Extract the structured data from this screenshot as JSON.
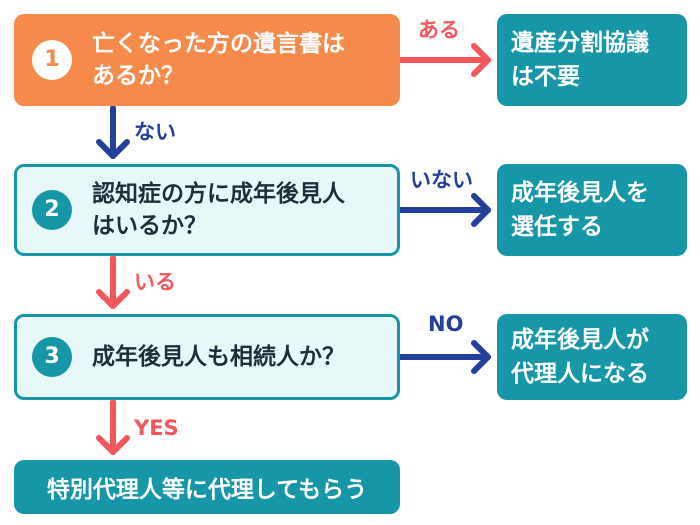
{
  "steps": [
    {
      "number": "1",
      "question": "亡くなった方の遺言書は\nあるか？"
    },
    {
      "number": "2",
      "question": "認知症の方に成年後見人\nはいるか？"
    },
    {
      "number": "3",
      "question": "成年後見人も相続人か？"
    }
  ],
  "results": [
    {
      "text": "遺産分割協議\nは不要"
    },
    {
      "text": "成年後見人を\n選任する"
    },
    {
      "text": "成年後見人が\n代理人になる"
    }
  ],
  "final": "特別代理人等に代理してもらう",
  "branch_labels": {
    "q1_side": "ある",
    "q1_down": "ない",
    "q2_side": "いない",
    "q2_down": "いる",
    "q3_side": "NO",
    "q3_down": "YES"
  },
  "colors": {
    "orange": "#f58a4b",
    "teal": "#1696a6",
    "light_teal": "#e8f8f9",
    "red_arrow": "#f3575e",
    "navy_arrow": "#243f9c"
  }
}
